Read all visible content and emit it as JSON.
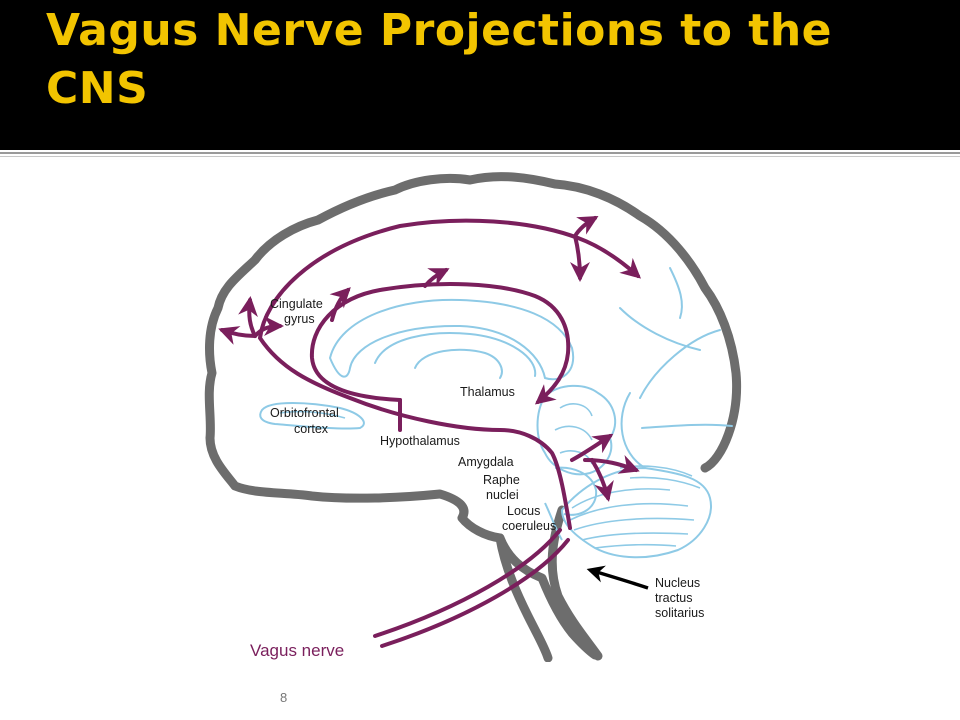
{
  "slide": {
    "title": "Vagus Nerve Projections to the CNS",
    "page_number": "8"
  },
  "colors": {
    "title_bar": "#000000",
    "title_text": "#f2c400",
    "brain_outline": "#6d6d6d",
    "brain_structures": "#8ecae6",
    "vagal_pathway": "#7a1f5c"
  },
  "diagram": {
    "labels": {
      "cingulate_1": "Cingulate",
      "cingulate_2": "gyrus",
      "orbitofrontal_1": "Orbitofrontal",
      "orbitofrontal_2": "cortex",
      "thalamus": "Thalamus",
      "hypothalamus": "Hypothalamus",
      "amygdala": "Amygdala",
      "raphe_1": "Raphe",
      "raphe_2": "nuclei",
      "locus_1": "Locus",
      "locus_2": "coeruleus",
      "nts_1": "Nucleus",
      "nts_2": "tractus",
      "nts_3": "solitarius",
      "vagus": "Vagus nerve"
    }
  }
}
